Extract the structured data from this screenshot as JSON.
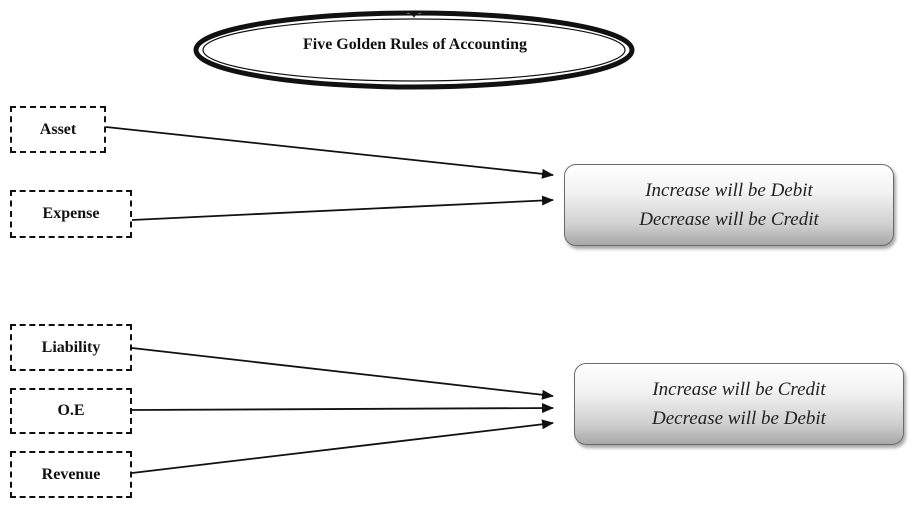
{
  "title": "Five Golden Rules of Accounting",
  "groups": [
    {
      "accounts": [
        "Asset",
        "Expense"
      ],
      "rule": {
        "line1": "Increase will be Debit",
        "line2": "Decrease will be Credit"
      }
    },
    {
      "accounts": [
        "Liability",
        "O.E",
        "Revenue"
      ],
      "rule": {
        "line1": "Increase will be Credit",
        "line2": "Decrease will be Debit"
      }
    }
  ]
}
